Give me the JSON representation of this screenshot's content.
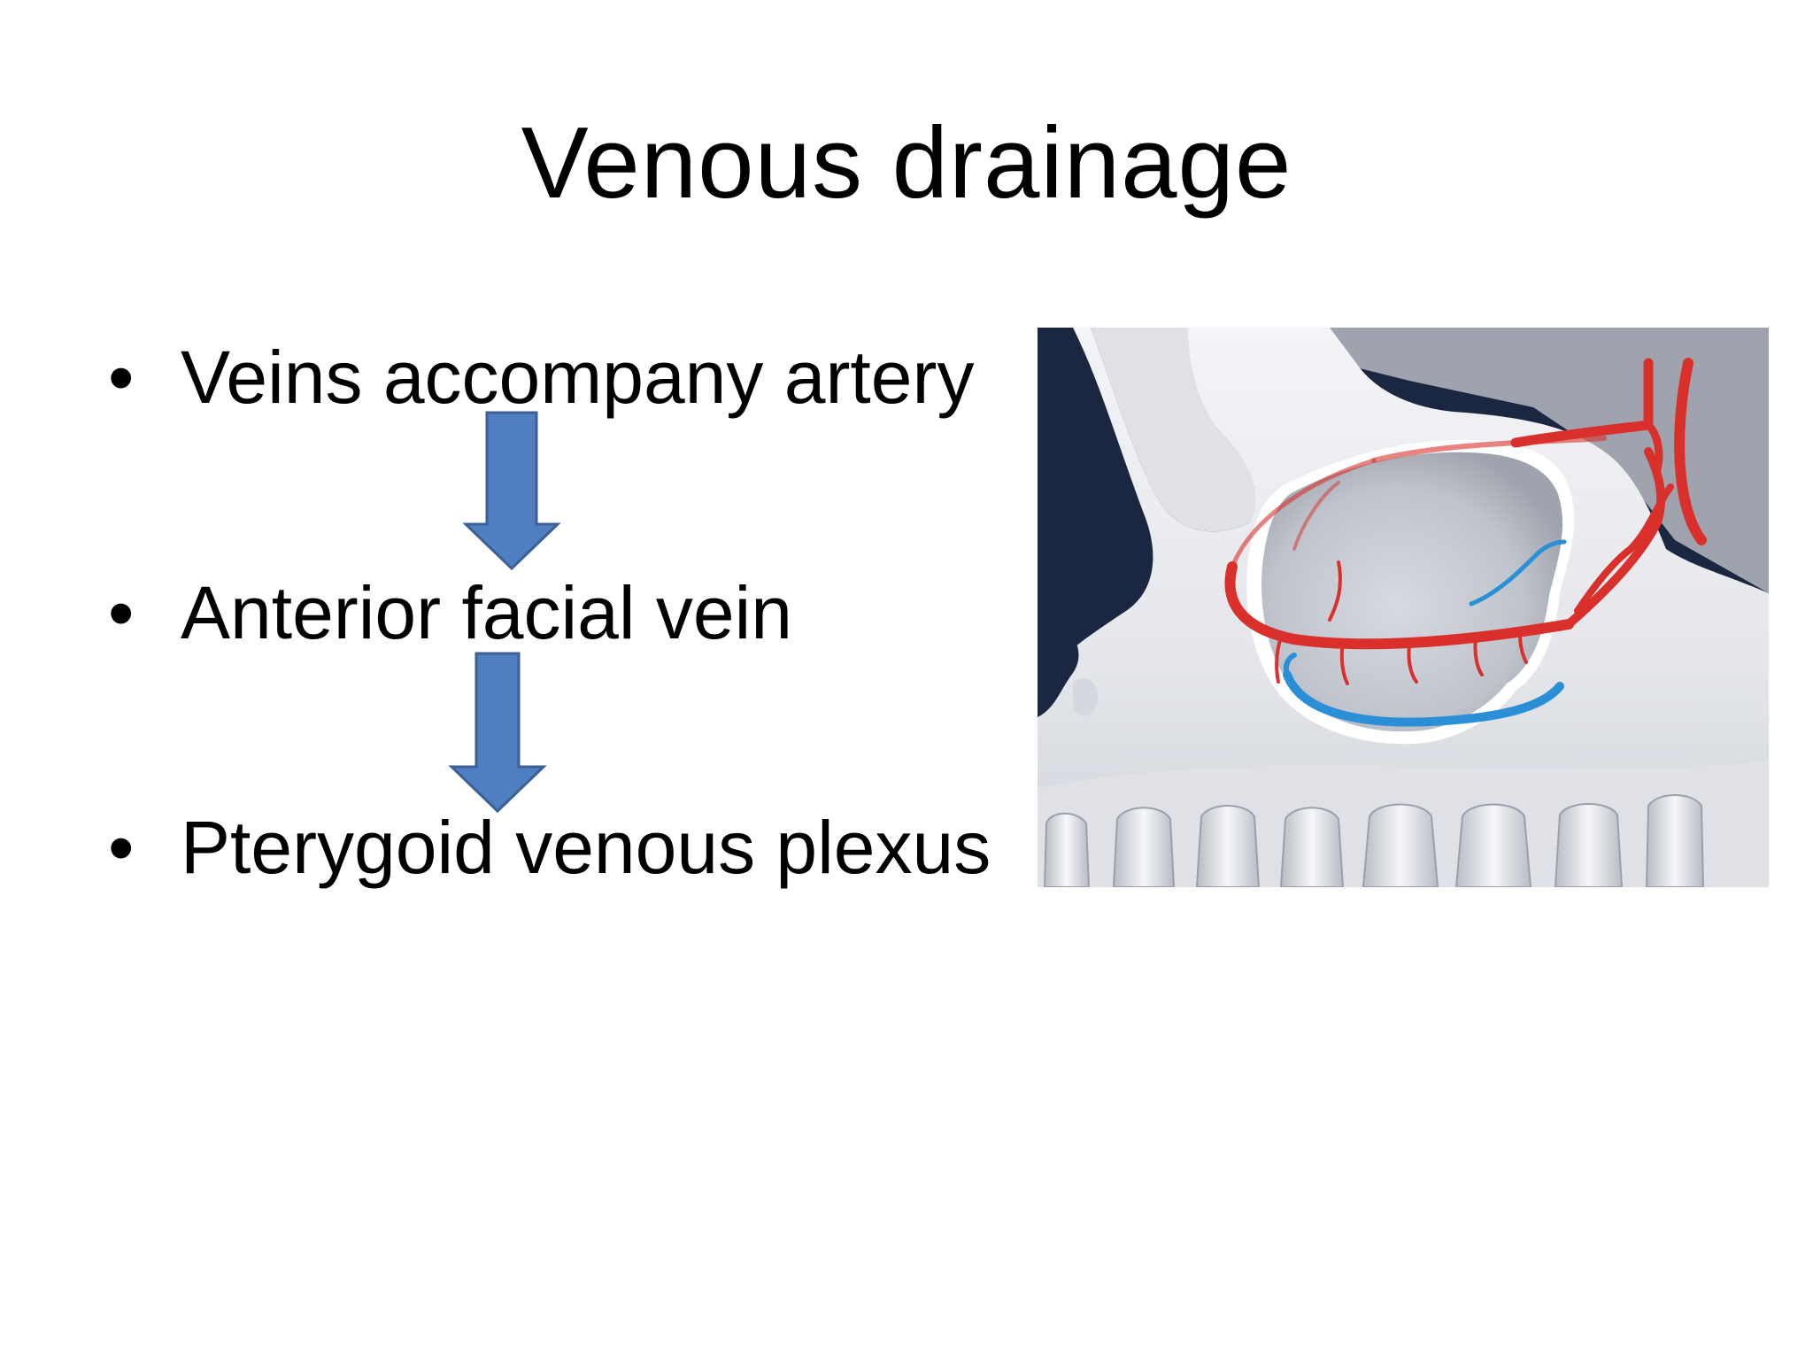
{
  "slide": {
    "title": "Venous drainage",
    "bullet_symbol": "•",
    "bullets": [
      "Veins accompany artery",
      "Anterior facial vein",
      "Pterygoid venous plexus"
    ]
  },
  "colors": {
    "arrow_fill": "#4f7ec1",
    "arrow_stroke": "#3b6096",
    "artery": "#d9302c",
    "vein": "#2a8fd6",
    "background_dark": "#1b2640",
    "bone": "#e9ebef"
  },
  "illustration": {
    "name": "maxillary-sinus-vessels-illustration"
  }
}
